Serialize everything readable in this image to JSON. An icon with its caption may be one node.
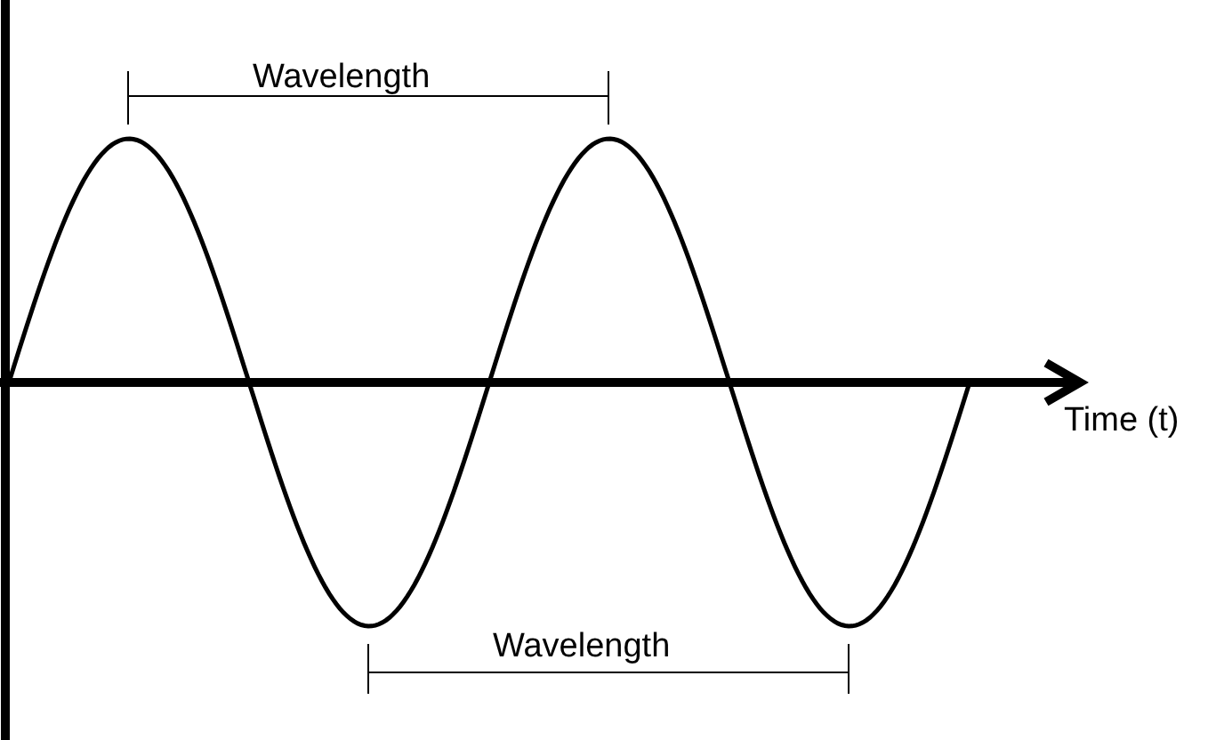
{
  "diagram": {
    "labels": [
      "Wavelength",
      "Time (t)",
      "Wavelength"
    ]
  }
}
